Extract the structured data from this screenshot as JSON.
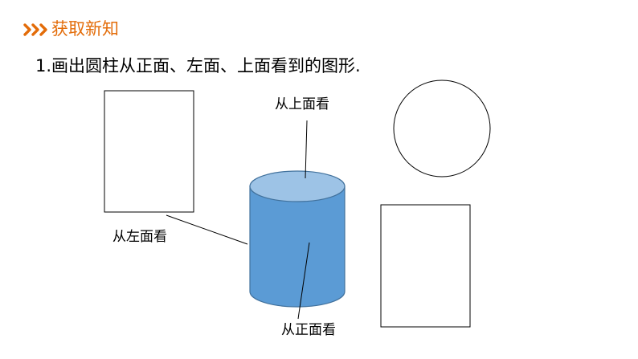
{
  "header": {
    "title": "获取新知",
    "icon": "triple-chevron-icon",
    "accent_color": "#e36c09"
  },
  "question": {
    "text": "1.画出圆柱从正面、左面、上面看到的图形."
  },
  "labels": {
    "top_view": "从上面看",
    "left_view": "从左面看",
    "front_view": "从正面看"
  },
  "colors": {
    "cylinder_body": "#5b9bd5",
    "cylinder_top": "#9dc3e6",
    "cylinder_stroke": "#41719c"
  }
}
